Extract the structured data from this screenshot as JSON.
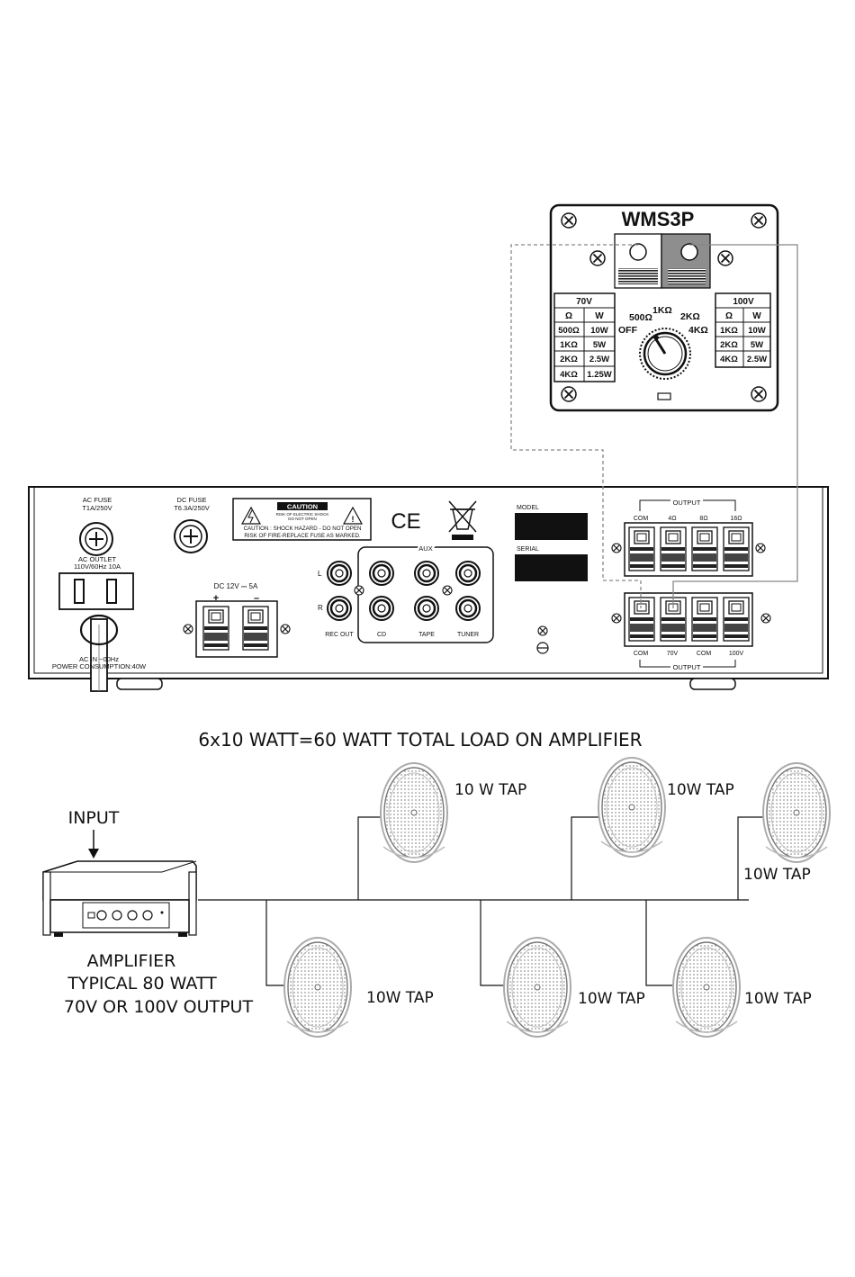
{
  "wallplate": {
    "title": "WMS3P",
    "table_70v": {
      "header": "70V",
      "col_headers": [
        "Ω",
        "W"
      ],
      "rows": [
        [
          "500Ω",
          "10W"
        ],
        [
          "1KΩ",
          "5W"
        ],
        [
          "2KΩ",
          "2.5W"
        ],
        [
          "4KΩ",
          "1.25W"
        ]
      ]
    },
    "table_100v": {
      "header": "100V",
      "col_headers": [
        "Ω",
        "W"
      ],
      "rows": [
        [
          "1KΩ",
          "10W"
        ],
        [
          "2KΩ",
          "5W"
        ],
        [
          "4KΩ",
          "2.5W"
        ]
      ]
    },
    "knob_labels": {
      "off": "OFF",
      "k500": "500Ω",
      "k1k": "1KΩ",
      "k2k": "2KΩ",
      "k4k": "4KΩ"
    }
  },
  "amp_panel": {
    "ac_fuse": [
      "AC FUSE",
      "T1A/250V"
    ],
    "dc_fuse": [
      "DC FUSE",
      "T6.3A/250V"
    ],
    "caution_title": "CAUTION",
    "caution_sub": [
      "RISK OF ELECTRIC SHOCK",
      "DO NOT OPEN"
    ],
    "caution_lines": [
      "CAUTION : SHOCK HAZARD - DO NOT OPEN",
      "RISK OF FIRE-REPLACE FUSE AS MARKED."
    ],
    "ce_mark": "CE",
    "model_label": "MODEL",
    "serial_label": "SERIAL",
    "ac_outlet": [
      "AC OUTLET",
      "110V/60Hz 10A"
    ],
    "ac_in": [
      "AC IN ~00Hz",
      "POWER CONSUMPTION:40W"
    ],
    "dc_input": "DC 12V ⎓ 5A",
    "dc_plus": "+",
    "dc_minus": "–",
    "aux_label": "AUX",
    "rca_labels": [
      "REC OUT",
      "CD",
      "TAPE",
      "TUNER"
    ],
    "left_right": [
      "L",
      "R"
    ],
    "output_top_label": "OUTPUT",
    "output_top_terms": [
      "COM",
      "4Ω",
      "8Ω",
      "16Ω"
    ],
    "output_bottom_label": "OUTPUT",
    "output_bottom_terms": [
      "COM",
      "70V",
      "COM",
      "100V"
    ]
  },
  "system": {
    "load_title": "6x10 WATT=60 WATT TOTAL LOAD ON AMPLIFIER",
    "input_label": "INPUT",
    "amplifier_lines": [
      "AMPLIFIER",
      "TYPICAL 80 WATT",
      "70V OR 100V OUTPUT"
    ],
    "speaker_taps": [
      "10 W TAP",
      "10W TAP",
      "10W TAP",
      "10W TAP",
      "10W TAP",
      "10W TAP"
    ]
  }
}
